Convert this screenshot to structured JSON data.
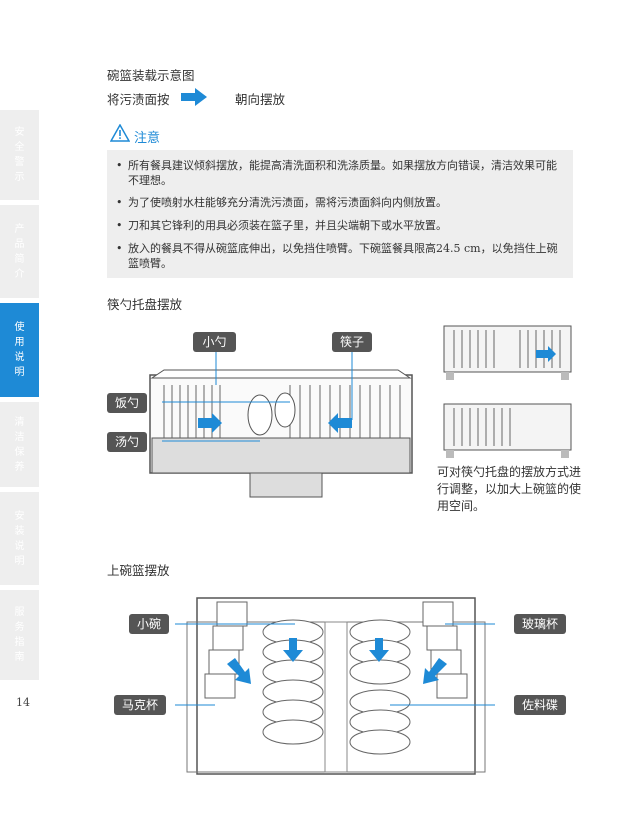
{
  "sidebar": {
    "tabs": [
      {
        "label": "安全警示",
        "active": false
      },
      {
        "label": "产品简介",
        "active": false
      },
      {
        "label": "使用说明",
        "active": true
      },
      {
        "label": "清洁保养",
        "active": false
      },
      {
        "label": "安装说明",
        "active": false
      },
      {
        "label": "服务指南",
        "active": false
      }
    ]
  },
  "page_number": "14",
  "section1": {
    "title": "碗篮装载示意图",
    "legend_text": "将污渍面按",
    "legend_suffix": "朝向摆放"
  },
  "caution": {
    "title": "注意",
    "notes": [
      "所有餐具建议倾斜摆放，能提高清洗面积和洗涤质量。如果摆放方向错误，清洁效果可能不理想。",
      "为了使喷射水柱能够充分清洗污渍面，需将污渍面斜向内侧放置。",
      "刀和其它锋利的用具必须装在篮子里，并且尖端朝下或水平放置。",
      "放入的餐具不得从碗篮底伸出，以免挡住喷臂。下碗篮餐具限高24.5 cm，以免挡住上碗篮喷臂。"
    ]
  },
  "section2": {
    "title": "筷勺托盘摆放",
    "labels": {
      "spoon": "小勺",
      "chopsticks": "筷子",
      "rice_spoon": "饭勺",
      "soup_spoon": "汤勺"
    },
    "caption": "可对筷勺托盘的摆放方式进行调整，以加大上碗篮的使用空间。"
  },
  "section3": {
    "title": "上碗篮摆放",
    "labels": {
      "small_bowl": "小碗",
      "mug": "马克杯",
      "glass": "玻璃杯",
      "saucer": "佐料碟"
    }
  },
  "colors": {
    "accent": "#1e8ad6",
    "label_bg": "#555555",
    "note_bg": "#eeeeee",
    "tab_bg": "#eeeeee"
  }
}
